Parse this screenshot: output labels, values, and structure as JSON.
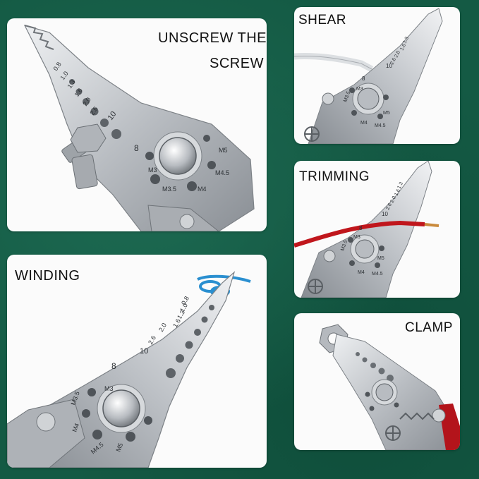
{
  "panels": {
    "unscrew": {
      "line1": "UNSCREW THE",
      "line2": "SCREW",
      "marks": [
        "0.8",
        "1.0",
        "1.3",
        "1.6",
        "2.0",
        "2.6",
        "10",
        "8",
        "M3",
        "M3.5",
        "M4",
        "M4.5",
        "M5"
      ]
    },
    "winding": {
      "label": "WINDING",
      "marks": [
        "0.8",
        "1.0",
        "1.3",
        "1.6",
        "2.0",
        "2.6",
        "10",
        "8",
        "M3",
        "M3.5",
        "M4",
        "M4.5",
        "M5"
      ]
    },
    "shear": {
      "label": "SHEAR",
      "marks": [
        "1.3",
        "1.6",
        "2.0",
        "2.6",
        "10",
        "8",
        "M3",
        "M3.5",
        "M4",
        "M4.5",
        "M5"
      ]
    },
    "trimming": {
      "label": "TRIMMING",
      "marks": [
        "1.3",
        "1.6",
        "2.0",
        "2.6",
        "10",
        "8",
        "M3",
        "M3.5",
        "M4",
        "M4.5",
        "M5"
      ]
    },
    "clamp": {
      "label": "CLAMP"
    }
  },
  "colors": {
    "background": "#145a44",
    "panel": "#fbfbfb",
    "steel": "#c9ccd0",
    "wire_red": "#c0161c",
    "wire_blue": "#2a8fd0"
  }
}
